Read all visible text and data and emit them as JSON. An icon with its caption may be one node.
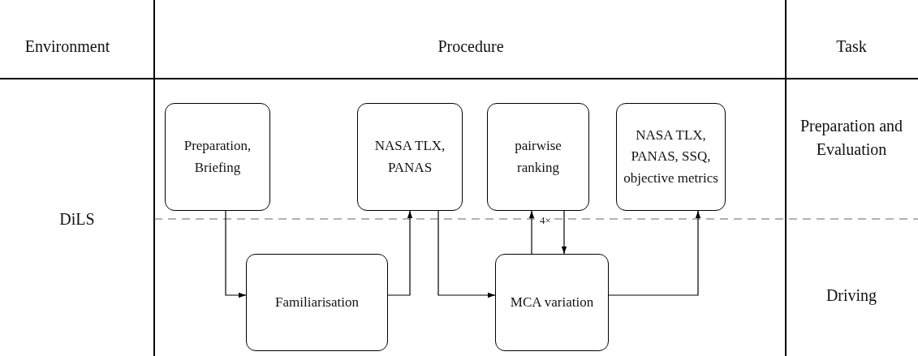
{
  "diagram": {
    "nodes": [
      {
        "text": [
          "Preparation, Briefing"
        ]
      },
      {
        "text": [
          "NASA TLX, PANAS"
        ]
      },
      {
        "text": [
          "pairwise ranking"
        ]
      },
      {
        "text": [
          "NASA TLX, PANAS, SSQ, objective metrics"
        ]
      },
      {
        "text": [
          "Familiarisation"
        ]
      },
      {
        "text": [
          "MCA variation"
        ]
      }
    ],
    "edges": [
      {
        "from": 0,
        "to": 4,
        "arrow": "to"
      },
      {
        "from": 4,
        "to": 1,
        "arrow": "to"
      },
      {
        "from": 1,
        "to": 5,
        "arrow": "to"
      },
      {
        "from": 5,
        "to": 2,
        "arrow": "to",
        "label": "4×"
      },
      {
        "from": 2,
        "to": 5,
        "arrow": "to"
      },
      {
        "from": 5,
        "to": 3,
        "arrow": "to"
      }
    ],
    "labels": [
      "Environment",
      "Procedure",
      "Task",
      "Preparation and Evaluation",
      "DiLS",
      "Driving"
    ]
  }
}
